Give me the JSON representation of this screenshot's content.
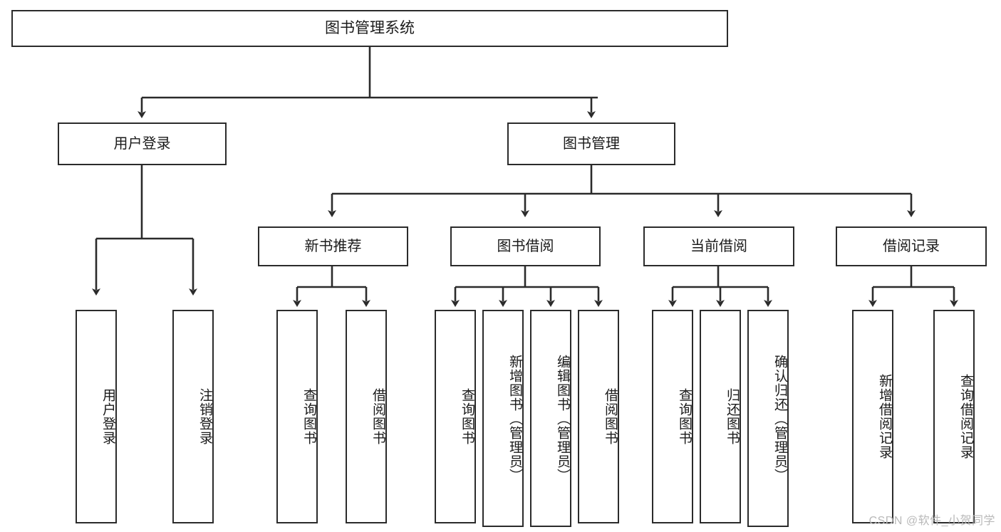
{
  "diagram": {
    "title": "图书管理系统",
    "watermark": "CSDN @软件_小贺同学",
    "stroke_color": "#2b2b2b",
    "background_color": "#ffffff",
    "text_color": "#1a1a1a",
    "watermark_color": "#b9b9b9"
  },
  "nodes": {
    "root": {
      "label": "图书管理系统"
    },
    "level2": [
      {
        "label": "用户登录"
      },
      {
        "label": "图书管理"
      }
    ],
    "level3": [
      {
        "label": "新书推荐"
      },
      {
        "label": "图书借阅"
      },
      {
        "label": "当前借阅"
      },
      {
        "label": "借阅记录"
      }
    ],
    "leaves": {
      "user_login": [
        {
          "label": "用户登录"
        },
        {
          "label": "注销登录"
        }
      ],
      "new_book_recommend": [
        {
          "label": "查询图书"
        },
        {
          "label": "借阅图书"
        }
      ],
      "book_borrow": [
        {
          "label": "查询图书"
        },
        {
          "label": "新增图书（管理员）"
        },
        {
          "label": "编辑图书（管理员）"
        },
        {
          "label": "借阅图书"
        }
      ],
      "current_borrow": [
        {
          "label": "查询图书"
        },
        {
          "label": "归还图书"
        },
        {
          "label": "确认归还（管理员）"
        }
      ],
      "borrow_record": [
        {
          "label": "新增借阅记录"
        },
        {
          "label": "查询借阅记录"
        }
      ]
    }
  }
}
